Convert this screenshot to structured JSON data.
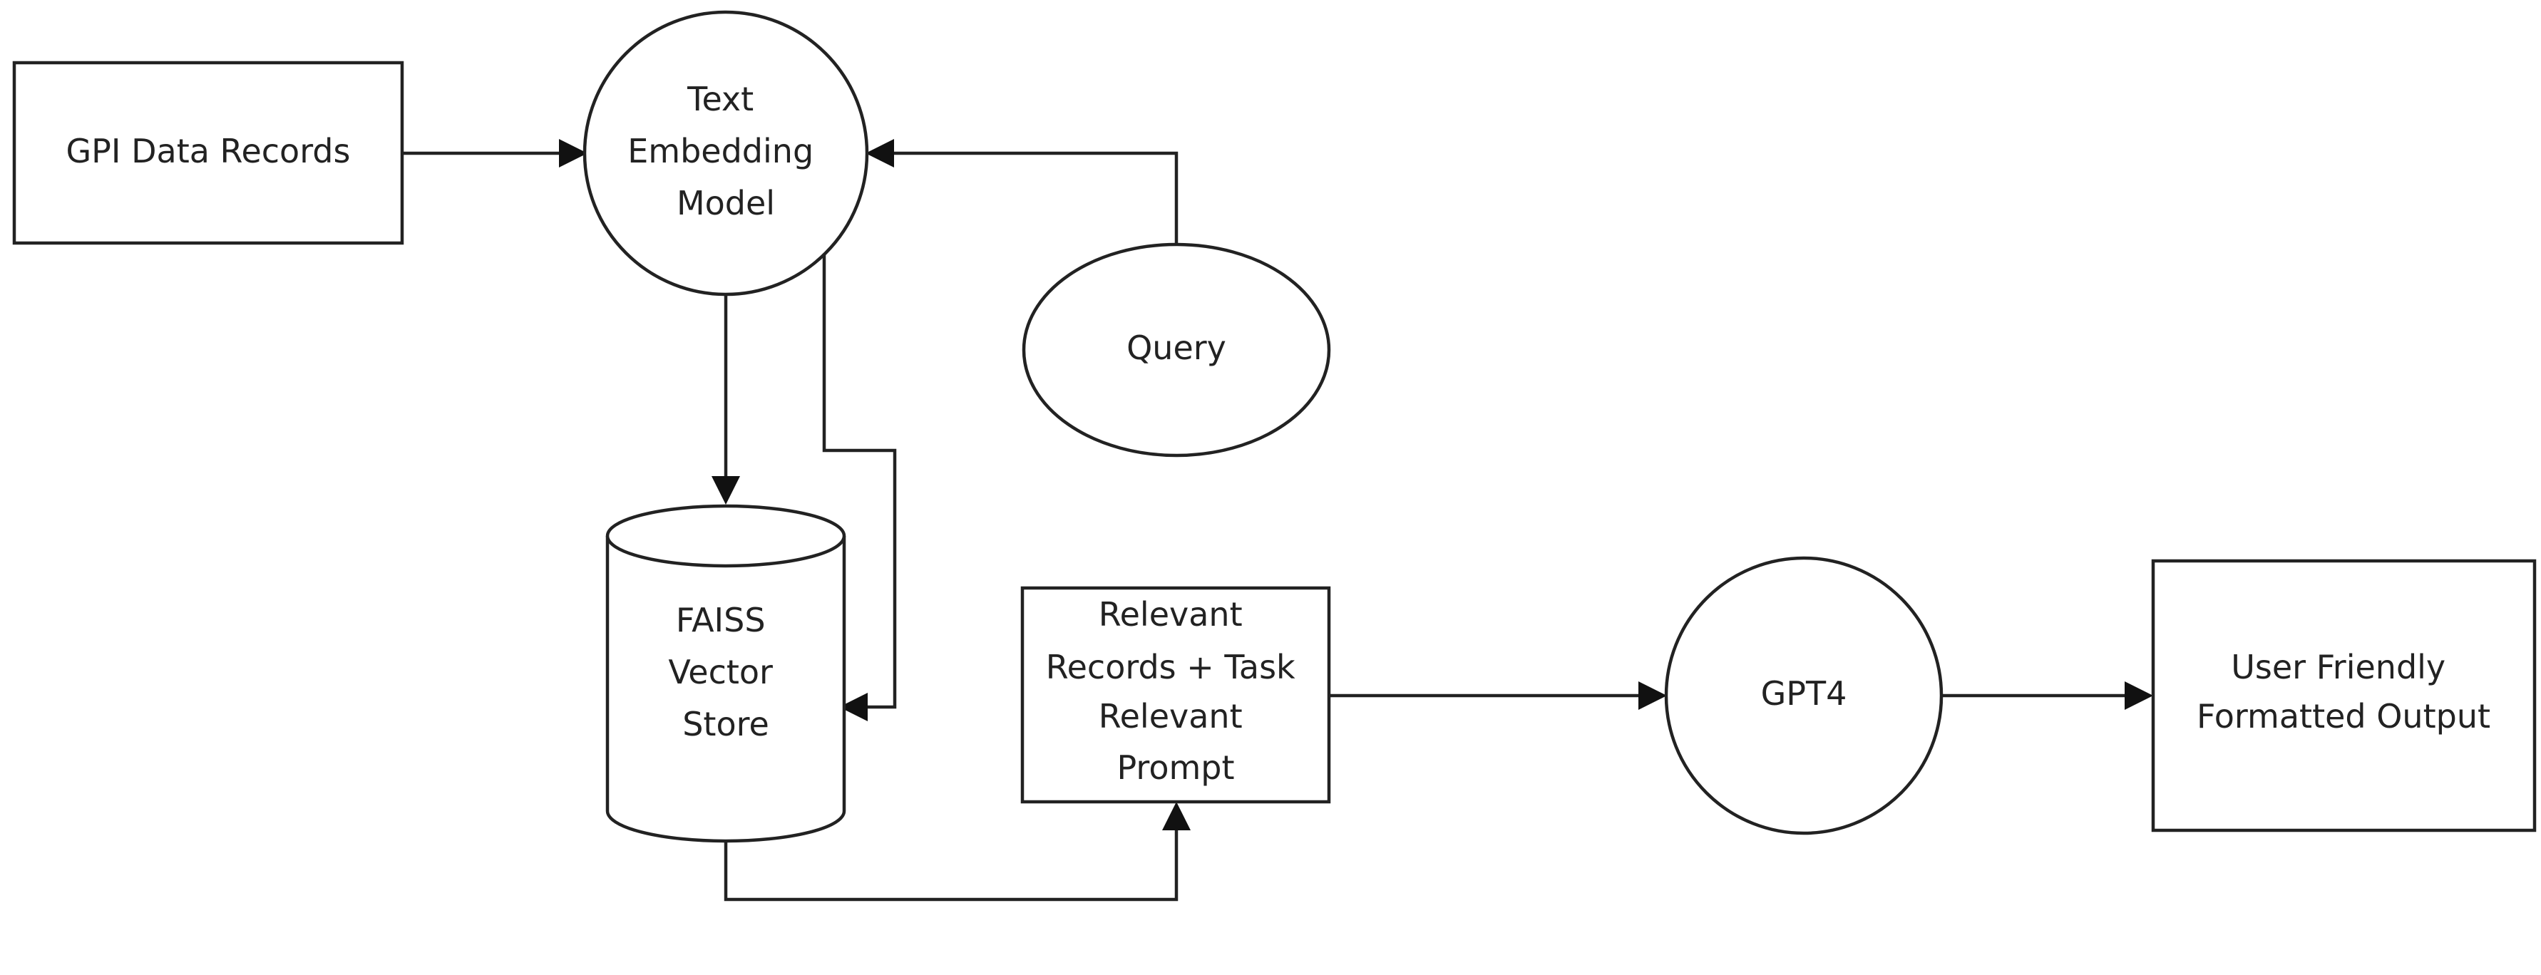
{
  "nodes": {
    "gpi_data_records": {
      "lines": [
        "GPI Data Records"
      ]
    },
    "text_embedding_model": {
      "lines": [
        "Text",
        "Embedding",
        "Model"
      ]
    },
    "query": {
      "lines": [
        "Query"
      ]
    },
    "faiss_vector_store": {
      "lines": [
        "FAISS",
        "Vector",
        "Store"
      ]
    },
    "relevant_records_prompt": {
      "lines": [
        "Relevant",
        "Records + Task",
        "Relevant",
        "Prompt"
      ]
    },
    "gpt4": {
      "lines": [
        "GPT4"
      ]
    },
    "user_friendly_output": {
      "lines": [
        "User Friendly",
        "Formatted Output"
      ]
    }
  },
  "colors": {
    "stroke": "#222222",
    "arrow": "#111111",
    "background": "#ffffff"
  }
}
